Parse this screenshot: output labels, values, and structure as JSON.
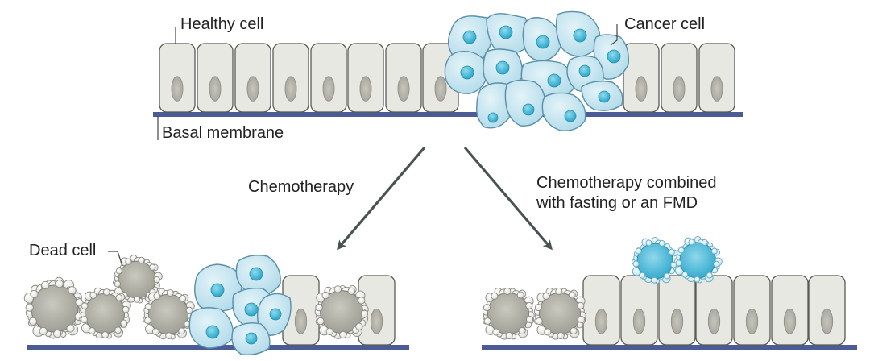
{
  "labels": {
    "healthy_cell": "Healthy cell",
    "cancer_cell": "Cancer cell",
    "basal_membrane": "Basal membrane",
    "chemotherapy": "Chemotherapy",
    "chemo_fasting_line1": "Chemotherapy combined",
    "chemo_fasting_line2": "with fasting or an FMD",
    "dead_cell": "Dead cell"
  },
  "colors": {
    "healthy_fill": "#e8e8e2",
    "healthy_stroke": "#5a5a55",
    "nucleus_fill": "#cfcfc6",
    "cancer_fill": "#c3e4ef",
    "cancer_stroke": "#5a8fa8",
    "cancer_nucleus": "#3fb4d2",
    "dead_fill": "#b8b8ae",
    "membrane": "#4a5b96",
    "arrow": "#4a5254"
  },
  "icons": [
    "healthy-cell-icon",
    "cancer-cell-icon",
    "dead-cell-icon",
    "arrow-icon"
  ]
}
